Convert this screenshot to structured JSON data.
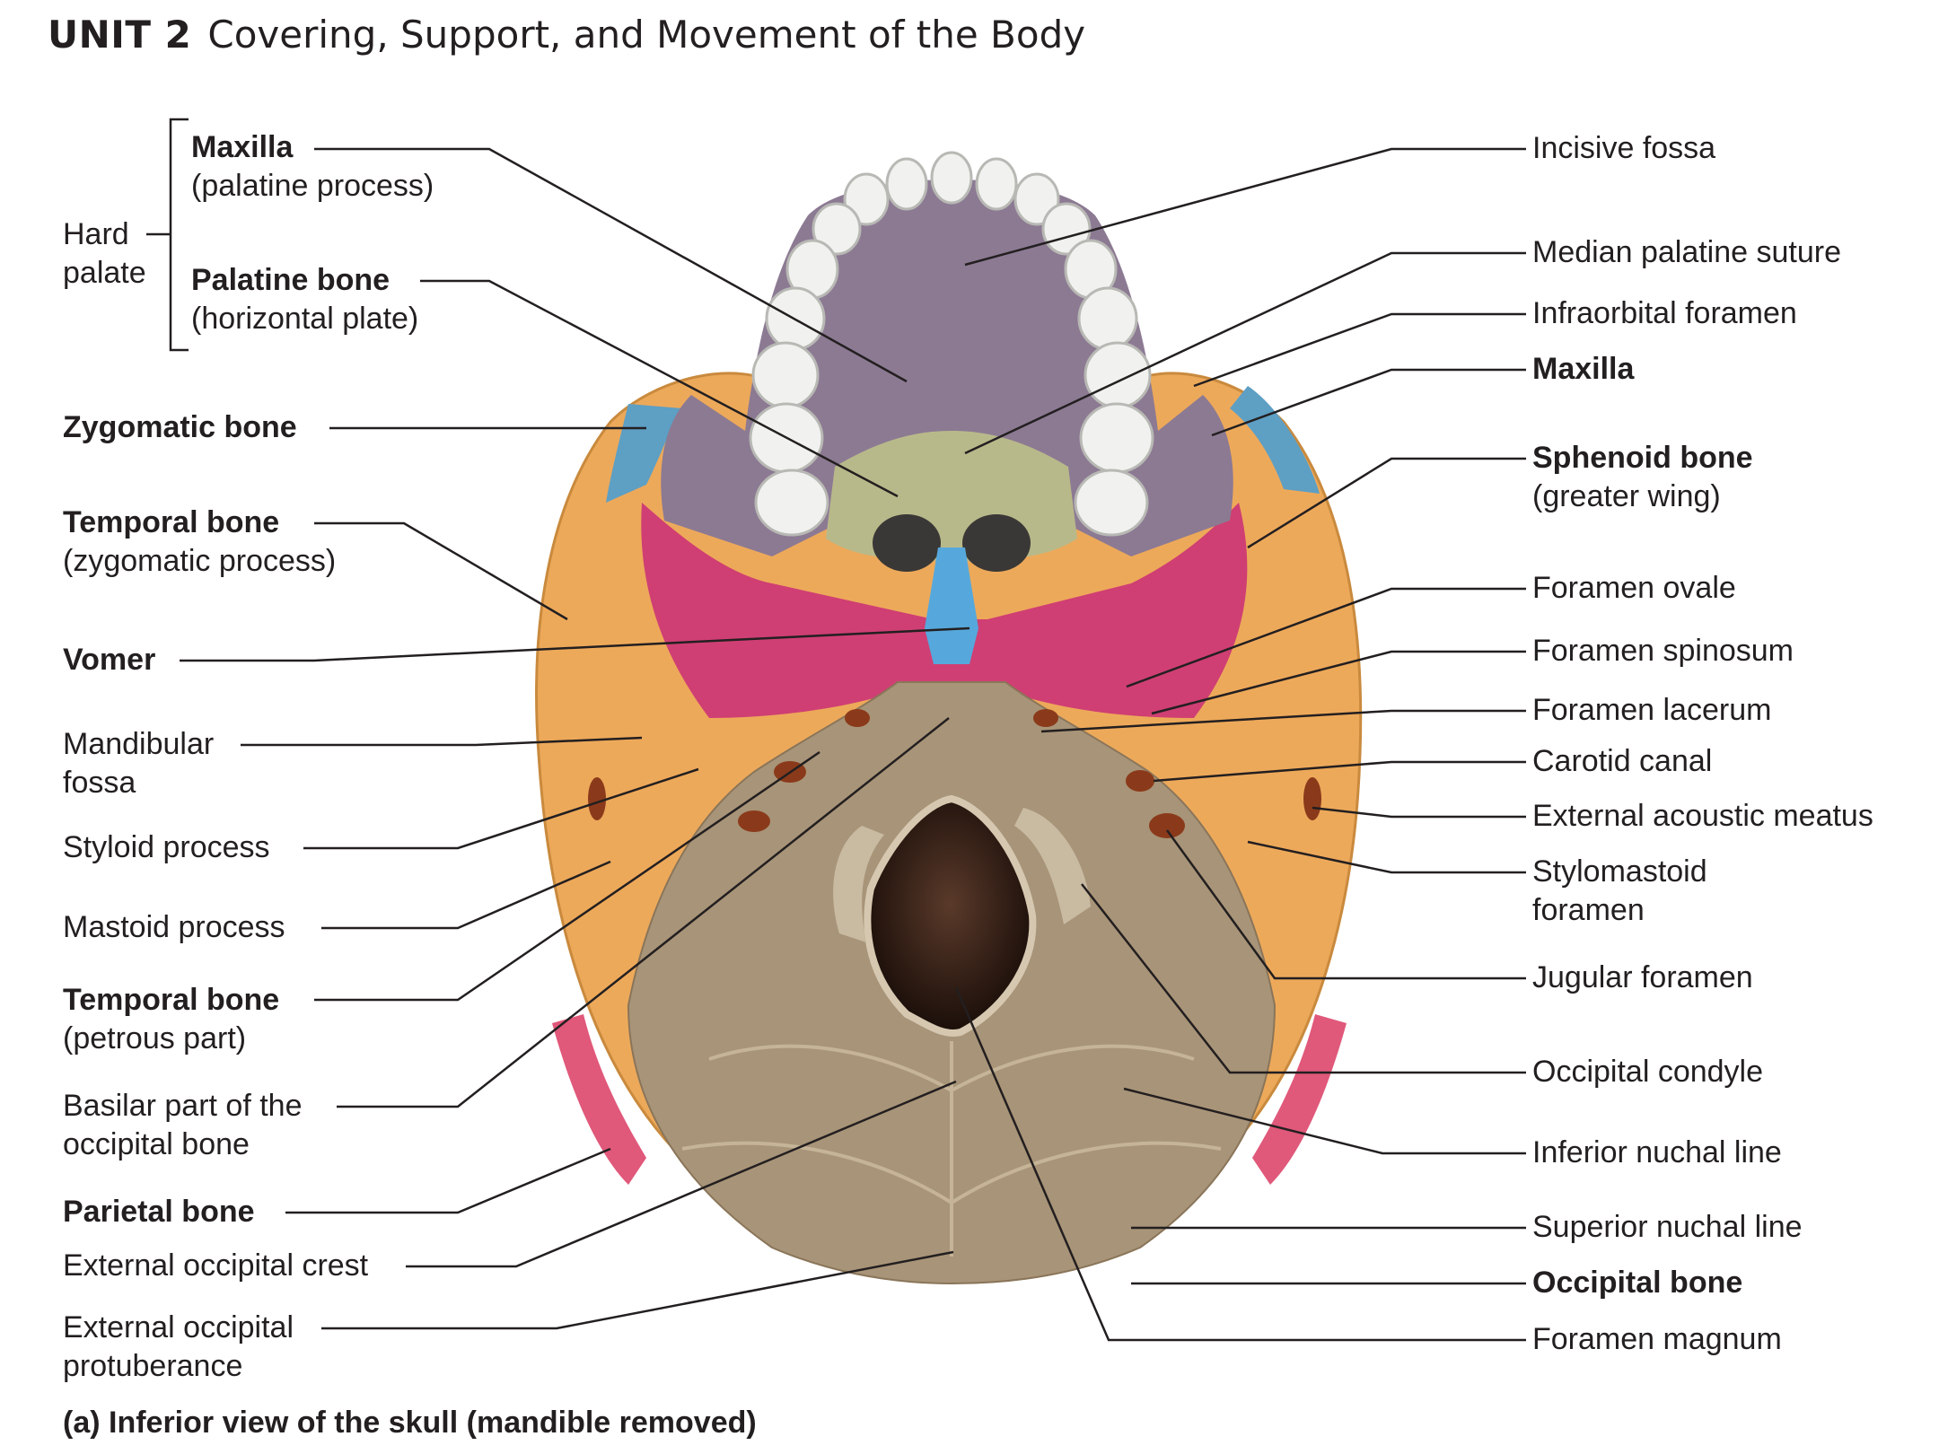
{
  "header": {
    "unit": "UNIT 2",
    "title": "Covering, Support, and Movement of the Body"
  },
  "bracket_label": {
    "line1": "Hard",
    "line2": "palate"
  },
  "left_labels": {
    "maxilla": {
      "main": "Maxilla",
      "sub": "(palatine process)"
    },
    "palatine": {
      "main": "Palatine bone",
      "sub": "(horizontal plate)"
    },
    "zygomatic": {
      "main": "Zygomatic bone"
    },
    "temporal_zyg": {
      "main": "Temporal bone",
      "sub": "(zygomatic process)"
    },
    "vomer": {
      "main": "Vomer"
    },
    "mandibular": {
      "main": "Mandibular",
      "sub": "fossa"
    },
    "styloid": {
      "main": "Styloid process"
    },
    "mastoid": {
      "main": "Mastoid process"
    },
    "temporal_pet": {
      "main": "Temporal bone",
      "sub": "(petrous part)"
    },
    "basilar": {
      "main": "Basilar part of the",
      "sub": "occipital bone"
    },
    "parietal": {
      "main": "Parietal bone"
    },
    "crest": {
      "main": "External occipital crest"
    },
    "protuberance": {
      "main": "External occipital",
      "sub": "protuberance"
    }
  },
  "right_labels": {
    "incisive": {
      "main": "Incisive fossa"
    },
    "median": {
      "main": "Median palatine suture"
    },
    "infraorbital": {
      "main": "Infraorbital foramen"
    },
    "maxilla": {
      "main": "Maxilla"
    },
    "sphenoid": {
      "main": "Sphenoid bone",
      "sub": "(greater wing)"
    },
    "ovale": {
      "main": "Foramen ovale"
    },
    "spinosum": {
      "main": "Foramen spinosum"
    },
    "lacerum": {
      "main": "Foramen lacerum"
    },
    "carotid": {
      "main": "Carotid canal"
    },
    "acoustic": {
      "main": "External acoustic meatus"
    },
    "stylomastoid": {
      "main": "Stylomastoid",
      "sub": "foramen"
    },
    "jugular": {
      "main": "Jugular foramen"
    },
    "condyle": {
      "main": "Occipital condyle"
    },
    "inferior_nuchal": {
      "main": "Inferior nuchal line"
    },
    "superior_nuchal": {
      "main": "Superior nuchal line"
    },
    "occipital": {
      "main": "Occipital bone"
    },
    "magnum": {
      "main": "Foramen magnum"
    }
  },
  "caption": "(a) Inferior view of the skull (mandible removed)",
  "colors": {
    "maxilla": "#8c7a93",
    "palatine": "#b8b98a",
    "zygomatic": "#5e9fc4",
    "temporal": "#eda95a",
    "sphenoid": "#cf3f73",
    "vomer": "#56a8dc",
    "occipital": "#a89478",
    "parietal": "#e0587a",
    "teeth": "#f1f1ef"
  }
}
